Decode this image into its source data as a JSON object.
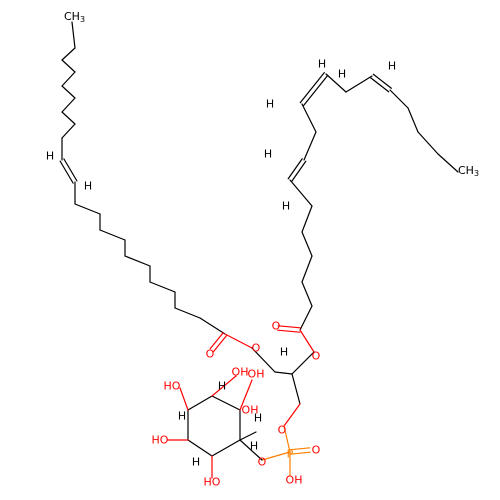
{
  "molecule": {
    "colors": {
      "carbon": "#000000",
      "oxygen": "#ff0000",
      "phosphorus": "#ff8000",
      "background": "#ffffff"
    },
    "atom_labels": {
      "ch3_top": "CH3",
      "ch3_right": "CH3",
      "h": "H",
      "o": "O",
      "ho": "HO",
      "oh": "OH",
      "p": "P"
    }
  }
}
